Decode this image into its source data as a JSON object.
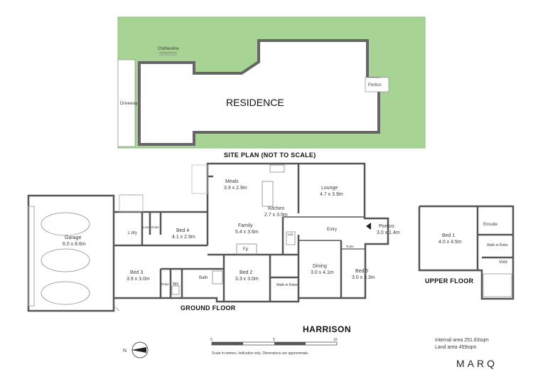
{
  "site_plan": {
    "title": "SITE PLAN (NOT TO SCALE)",
    "residence": "RESIDENCE",
    "driveway": "Driveway",
    "clothesline": "Clothesline",
    "portico": "Portico"
  },
  "rooms": {
    "meals": {
      "name": "Meals",
      "dims": "3.9 x 2.9m"
    },
    "kitchen": {
      "name": "Kitchen",
      "dims": "2.7 x 3.9m"
    },
    "family": {
      "name": "Family",
      "dims": "5.4 x 3.6m"
    },
    "lounge": {
      "name": "Lounge",
      "dims": "4.7 x 3.9m"
    },
    "garage": {
      "name": "Garage",
      "dims": "6.0 x 8.6m"
    },
    "ldry": {
      "name": "L'dry"
    },
    "linen": {
      "name": "Linen"
    },
    "robe_a": {
      "name": "Robe"
    },
    "bed4": {
      "name": "Bed 4",
      "dims": "4.1 x 2.9m"
    },
    "bed3": {
      "name": "Bed 3",
      "dims": "3.9 x 3.0m"
    },
    "robe_b": {
      "name": "Robe"
    },
    "wc": {
      "name": "Wc"
    },
    "bath": {
      "name": "Bath"
    },
    "fp": {
      "name": "Fp"
    },
    "bed2": {
      "name": "Bed 2",
      "dims": "3.3 x 3.0m"
    },
    "walkin_robe": {
      "name": "Walk-in Robe"
    },
    "ldo": {
      "name": "Ldo"
    },
    "entry": {
      "name": "Entry"
    },
    "dining": {
      "name": "Dining",
      "dims": "3.0 x 4.1m"
    },
    "robe_c": {
      "name": "Robe"
    },
    "bed5": {
      "name": "Bed 5",
      "dims": "3.0 x 3.3m"
    },
    "portico": {
      "name": "Portico",
      "dims": "3.0 x 1.4m"
    },
    "bed1": {
      "name": "Bed 1",
      "dims": "4.0 x 4.5m"
    },
    "ensuite": {
      "name": "Ensuite"
    },
    "walkin_robe_upper": {
      "name": "Walk-in Robe"
    },
    "void": {
      "name": "Void"
    }
  },
  "labels": {
    "ground_floor": "GROUND FLOOR",
    "upper_floor": "UPPER FLOOR",
    "property_name": "HARRISON",
    "internal_area": "Internal area 251.83sqm",
    "land_area": "Land area 459sqm",
    "brand": "MARQ",
    "scale_note": "Scale in metres. Indicative only. Dimensions are approximate.",
    "north": "N",
    "scale_ticks": [
      "0",
      "5",
      "10"
    ]
  },
  "colors": {
    "lawn": "#a7d394",
    "wall": "#555555",
    "border": "#999999"
  }
}
